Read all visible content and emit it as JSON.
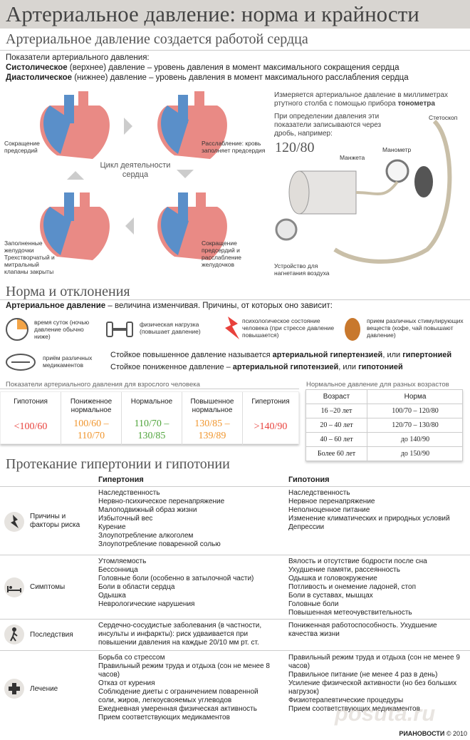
{
  "title": "Артериальное давление: норма и крайности",
  "sec1": {
    "heading": "Артериальное давление создается работой сердца",
    "intro": "Показатели артериального давления:",
    "sys_bold": "Систолическое",
    "sys_rest": " (верхнее) давление – уровень давления в момент максимального сокращения сердца",
    "dia_bold": "Диастолическое",
    "dia_rest": " (нижнее) давление – уровень давления в момент максимального расслабления сердца"
  },
  "cycle": {
    "center": "Цикл деятельности сердца",
    "l1": "Сокращение предсердий",
    "l2": "Расслабление: кровь заполняет предсердия",
    "l3": "Заполненные желудочки Трехстворчатый и митральный клапаны закрыты",
    "l4": "Сокращение предсердий и расслабление желудочков"
  },
  "measure": {
    "text": "Измеряется артериальное давление в миллиметрах ртутного столба с помощью прибора ",
    "bold": "тонометра",
    "write": "При определении давления эти показатели записываются через дробь, например:",
    "example": "120/80",
    "parts": {
      "stethoscope": "Стетоскоп",
      "manometer": "Манометр",
      "cuff": "Манжета",
      "bulb": "Устройство для нагнетания воздуха"
    }
  },
  "sec2": {
    "heading": "Норма и отклонения",
    "lead_bold": "Артериальное давление",
    "lead_rest": " – величина изменчивая. Причины, от которых оно зависит:",
    "factors": [
      "время суток (ночью давление обычно ниже)",
      "физическая нагрузка (повышает давление)",
      "психологическое состояние человека (при стрессе давление повышается)",
      "прием различных стимулирующих веществ (кофе, чай повышают давление)",
      "приём различных медикаментов"
    ],
    "hyper1": "Стойкое повышенное давление называется ",
    "hyper_b1": "артериальной гипертензией",
    "hyper2": ", или ",
    "hyper_b2": "гипертонией",
    "hypo1": "Стойкое пониженное давление – ",
    "hypo_b1": "артериальной гипотензией",
    "hypo2": ", или ",
    "hypo_b2": "гипотонией"
  },
  "adult": {
    "caption": "Показатели артериального давления для взрослого человека",
    "cols": [
      {
        "h": "Гипотония",
        "v": "<100/60",
        "c": "#e8413c"
      },
      {
        "h": "Пониженное нормальное",
        "v": "100/60 – 110/70",
        "c": "#f0962e"
      },
      {
        "h": "Нормальное",
        "v": "110/70 – 130/85",
        "c": "#4fa43b"
      },
      {
        "h": "Повышенное нормальное",
        "v": "130/85 – 139/89",
        "c": "#f0962e"
      },
      {
        "h": "Гипертония",
        "v": ">140/90",
        "c": "#e8413c"
      }
    ]
  },
  "ages": {
    "caption": "Нормальное давление для разных возрастов",
    "h1": "Возраст",
    "h2": "Норма",
    "rows": [
      [
        "16 –20 лет",
        "100/70 – 120/80"
      ],
      [
        "20 – 40 лет",
        "120/70 – 130/80"
      ],
      [
        "40 – 60 лет",
        "до 140/90"
      ],
      [
        "Более 60 лет",
        "до 150/90"
      ]
    ]
  },
  "sec3": {
    "heading": "Протекание гипертонии и гипотонии",
    "col1": "Гипертония",
    "col2": "Гипотония",
    "rows": [
      {
        "label": "Причины и факторы риска",
        "a": "Наследственность\nНервно-психическое перенапряжение\nМалоподвижный образ жизни\nИзбыточный вес\nКурение\nЗлоупотребление алкоголем\nЗлоупотребление поваренной солью",
        "b": "Наследственность\nНервное перенапряжение\nНеполноценное питание\nИзменение климатических и природных условий\nДепрессии"
      },
      {
        "label": "Симптомы",
        "a": "Утомляемость\nБессонница\nГоловные боли (особенно в затылочной части)\nБоли в области сердца\nОдышка\nНеврологические нарушения",
        "b": "Вялость и отсутствие бодрости после сна\nУхудшение памяти, рассеянность\nОдышка и головокружение\nПотливость и онемение ладоней, стоп\nБоли в суставах, мышцах\nГоловные боли\nПовышенная метеочувствительность"
      },
      {
        "label": "Последствия",
        "a": "Сердечно-сосудистые заболевания (в частности, инсульты и инфаркты): риск удваивается при повышении давления на каждые 20/10 мм рт. ст.",
        "b": "Пониженная работоспособность. Ухудшение качества жизни"
      },
      {
        "label": "Лечение",
        "a": "Борьба со стрессом\nПравильный режим труда и отдыха (сон не менее 8 часов)\nОтказ от курения\nСоблюдение диеты с ограничением поваренной соли, жиров, легкоусвояемых углеводов\nЕжедневная умеренная физическая активность\nПрием соответствующих медикаментов",
        "b": "Правильный режим труда и отдыха (сон не менее 9 часов)\nПравильное питание (не менее 4 раз в день)\nУсиление физической активности (но без больших нагрузок)\nФизиотерапевтические процедуры\nПрием соответствующих медикаментов"
      }
    ]
  },
  "footer": {
    "brand": "РИАНОВОСТИ",
    "year": "© 2010"
  },
  "watermark": "posuta.ru"
}
